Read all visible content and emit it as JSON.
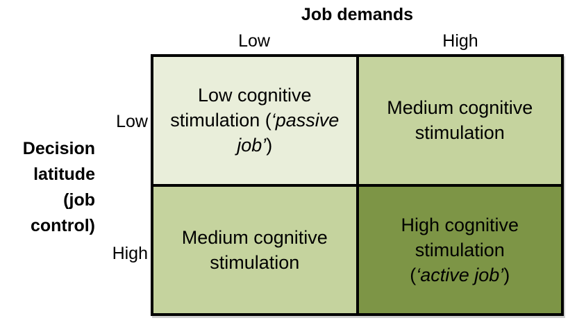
{
  "figure": {
    "title": "Job demands",
    "y_axis_title": "Decision\nlatitude\n(job\ncontrol)",
    "column_headers": [
      "Low",
      "High"
    ],
    "row_headers": [
      "Low",
      "High"
    ]
  },
  "colors": {
    "background": "#ffffff",
    "border": "#000000",
    "text": "#000000",
    "cell_passive_bg": "#e9eeda",
    "cell_medium_bg": "#c5d39e",
    "cell_active_bg": "#7d9546"
  },
  "quadrants": {
    "top_left": {
      "bg": "#e9eeda",
      "lines": [
        [
          {
            "t": "Low cognitive",
            "i": false
          }
        ],
        [
          {
            "t": "stimulation (",
            "i": false
          },
          {
            "t": "‘passive",
            "i": true
          }
        ],
        [
          {
            "t": "job’",
            "i": true
          },
          {
            "t": ")",
            "i": false
          }
        ]
      ]
    },
    "top_right": {
      "bg": "#c5d39e",
      "lines": [
        [
          {
            "t": "Medium cognitive",
            "i": false
          }
        ],
        [
          {
            "t": "stimulation",
            "i": false
          }
        ]
      ]
    },
    "bottom_left": {
      "bg": "#c5d39e",
      "lines": [
        [
          {
            "t": "Medium cognitive",
            "i": false
          }
        ],
        [
          {
            "t": "stimulation",
            "i": false
          }
        ]
      ]
    },
    "bottom_right": {
      "bg": "#7d9546",
      "lines": [
        [
          {
            "t": "High cognitive",
            "i": false
          }
        ],
        [
          {
            "t": "stimulation",
            "i": false
          }
        ],
        [
          {
            "t": "(",
            "i": false
          },
          {
            "t": "‘active job’",
            "i": true
          },
          {
            "t": ")",
            "i": false
          }
        ]
      ]
    }
  }
}
